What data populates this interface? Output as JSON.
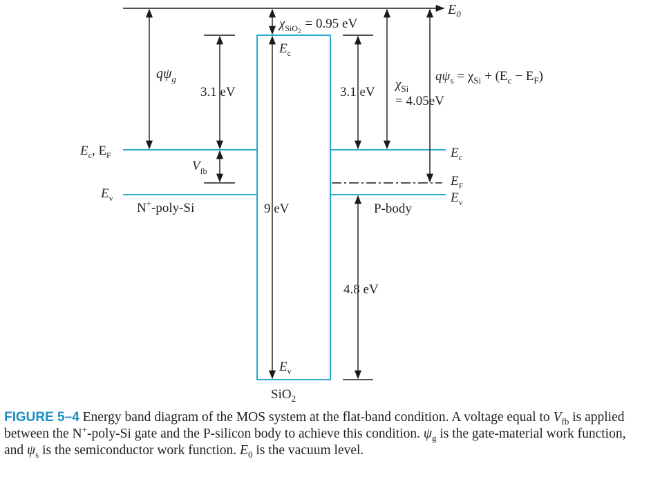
{
  "diagram": {
    "labels": {
      "e0": "E",
      "e0_sub": "0",
      "chi_sio2": "χ",
      "chi_sio2_sub": "SiO",
      "chi_sio2_sub2": "2",
      "chi_sio2_value": "= 0.95 eV",
      "ec_ox_top": "E",
      "ec_ox_top_sub": "c",
      "q_psi_g": "qψ",
      "q_psi_g_sub": "g",
      "gate_gap": "3.1 eV",
      "body_gap": "3.1 eV",
      "chi_si": "χ",
      "chi_si_sub": "Si",
      "chi_si_value": "= 4.05eV",
      "q_psi_s": "qψ",
      "q_psi_s_sub": "s",
      "q_psi_s_expr": "= χ",
      "q_psi_s_expr_sub": "Si",
      "q_psi_s_expr_rest": "+ (E",
      "q_psi_s_ec_sub": "c",
      "q_psi_s_minus": "− E",
      "q_psi_s_ef_sub": "F",
      "q_psi_s_close": ")",
      "gate_ec_ef": "E",
      "gate_ec_sub": "c",
      "gate_comma": ", E",
      "gate_ef_sub": "F",
      "vfb": "V",
      "vfb_sub": "fb",
      "gate_ev": "E",
      "gate_ev_sub": "v",
      "gate_material": "N",
      "gate_material_sup": "+",
      "gate_material_rest": "-poly-Si",
      "oxide_gap": "9 eV",
      "body_material": "P-body",
      "body_ec": "E",
      "body_ec_sub": "c",
      "body_ef": "E",
      "body_ef_sub": "F",
      "body_ev": "E",
      "body_ev_sub": "v",
      "valence_offset": "4.8 eV",
      "ev_ox_bottom": "E",
      "ev_ox_bottom_sub": "v",
      "oxide_name": "SiO",
      "oxide_name_sub": "2"
    },
    "colors": {
      "band_lines": "#29a9cf",
      "arrows": "#1a1a1a",
      "caption_figure": "#1a8fc8"
    }
  },
  "caption": {
    "figure_label": "FIGURE 5–4",
    "t1": " Energy band diagram of the MOS system at the flat-band condition. A voltage equal to ",
    "v": "V",
    "v_sub": "fb",
    "t2": " is applied between the N",
    "sup_plus": "+",
    "t3": "-poly-Si gate and the P-silicon body to achieve this condition. ",
    "psi_g": "ψ",
    "psi_g_sub": "g",
    "t4": " is the gate-material work function, and ",
    "psi_s": "ψ",
    "psi_s_sub": "s",
    "t5": " is the semiconductor work function. ",
    "e0": "E",
    "e0_sub": "0",
    "t6": " is the vacuum level."
  }
}
